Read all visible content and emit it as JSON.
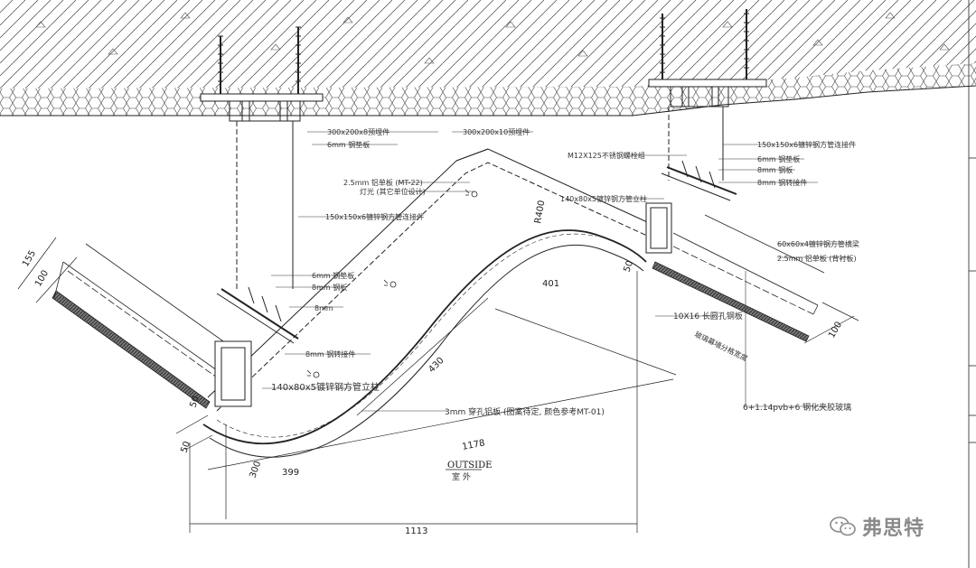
{
  "labels": {
    "emb1": "300x200x8预埋件",
    "steel6_top": "6mm 钢垫板",
    "emb2": "300x200x10预埋件",
    "alu_mt22": "2.5mm 铝单板 (MT-22)",
    "light": "灯光 (其它单位设计)",
    "tube150_left": "150x150x6镀锌钢方管连接件",
    "tube150_right": "150x150x6镀锌钢方管连接件",
    "m12": "M12X125不锈钢螺栓组",
    "steel6_r": "6mm 钢垫板",
    "steel8_r": "8mm 钢板",
    "steel8_r2": "8mm 钢转接件",
    "tube140_r": "140x80x5镀锌钢方管立柱",
    "tube60": "60x60x4镀锌钢方管横梁",
    "alu25_r": "2.5mm 铝单板 (背衬板)",
    "steel6_l": "6mm 钢垫板",
    "steel8_l": "8mm 钢板",
    "steel8_l2": "8mm",
    "steel8_l3": "8mm 钢转接件",
    "tube140_l": "140x80x5镀锌钢方管立柱",
    "hole_plate": "10X16 长圆孔钢板",
    "perf_alu": "3mm 穿孔铝板 (图案待定, 颜色参考MT-01)",
    "glass": "6+1.14pvb+6 钢化夹胶玻璃",
    "sub_sep": "玻璃幕墙分格宽度",
    "outside_en": "OUTSIDE",
    "outside_cn": "室 外"
  },
  "dims": {
    "d155": "155",
    "d100_l": "100",
    "d100_r": "100",
    "d430": "430",
    "d1178": "1178",
    "d1113": "1113",
    "d300": "300",
    "d399": "399",
    "d401": "401",
    "d50a": "50",
    "d50b": "50",
    "d50c": "50",
    "r400": "R400"
  },
  "watermark": {
    "text": "弗思特",
    "icon": "wechat-icon"
  },
  "colors": {
    "line": "#1a1a1a",
    "hatch": "#555555",
    "glass": "#444444",
    "watermark": "#8a8a8a"
  }
}
